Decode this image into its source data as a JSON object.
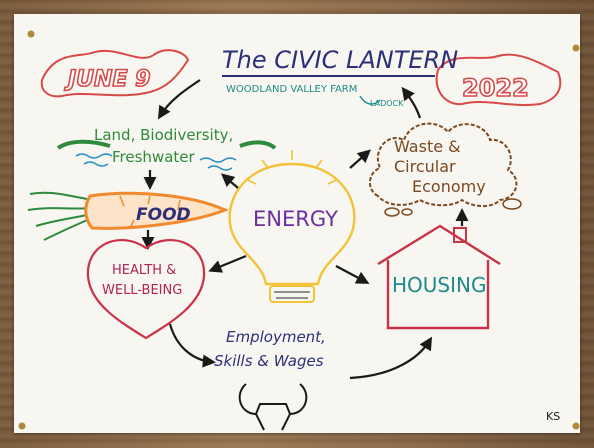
{
  "poster": {
    "date_day": "JUNE 9",
    "date_year": "2022",
    "title": "The CIVIC LANTERN",
    "subtitle_line1": "WOODLAND VALLEY FARM",
    "subtitle_line2": "LADOCK",
    "initials": "KS"
  },
  "nodes": {
    "land_line1": "Land, Biodiversity,",
    "land_line2": "Freshwater",
    "waste_line1": "Waste &",
    "waste_line2": "Circular",
    "waste_line3": "Economy",
    "food": "FOOD",
    "energy": "ENERGY",
    "health_line1": "HEALTH &",
    "health_line2": "WELL-BEING",
    "housing": "HOUSING",
    "employment_line1": "Employment,",
    "employment_line2": "Skills & Wages"
  },
  "colors": {
    "paper": "#f7f6f0",
    "title_navy": "#2d2f7a",
    "date_red": "#d84a4a",
    "land_green": "#2e8a3c",
    "water_blue": "#2a8fc4",
    "carrot_orange": "#f08a2e",
    "food_navy": "#2d2f7a",
    "energy_purple": "#6d2fa0",
    "bulb_yellow": "#f2c23a",
    "health_magenta": "#b0245a",
    "housing_red": "#c8334a",
    "housing_teal": "#1f8a8a",
    "waste_brown": "#7a4a22",
    "employment_navy": "#2d2f7a",
    "arrow_black": "#1a1a1a"
  }
}
